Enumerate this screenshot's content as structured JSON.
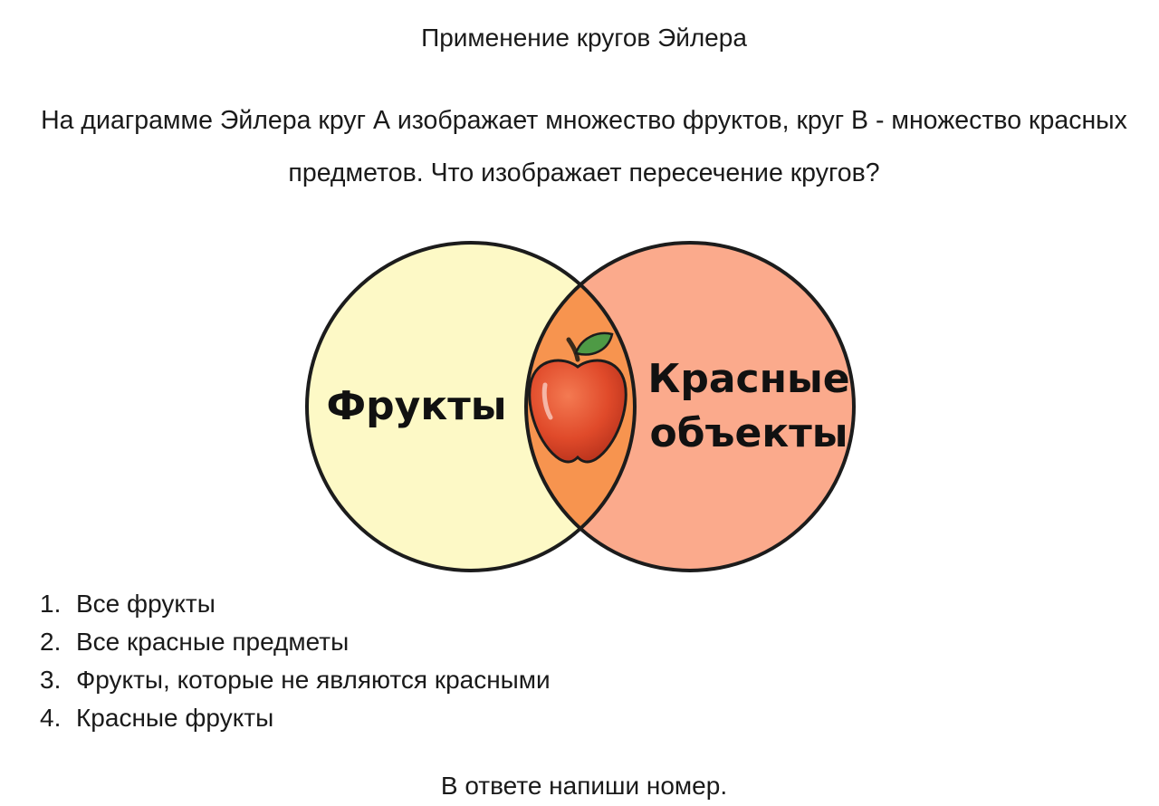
{
  "title": "Применение кругов Эйлера",
  "question": "На диаграмме Эйлера круг А изображает множество фруктов, круг В - множество красных предметов. Что изображает пересечение кругов?",
  "diagram": {
    "circle_a_label": "Фрукты",
    "circle_b_label_line1": "Красные",
    "circle_b_label_line2": "объекты",
    "intersection_icon": "apple-icon",
    "colors": {
      "circle_a_fill": "#fdf9c6",
      "circle_b_fill": "#fbaa8c",
      "intersection_fill": "#f7944f",
      "outline": "#1c1c1c",
      "apple_red": "#e04a2a",
      "leaf_green": "#4e9a45"
    }
  },
  "options": [
    {
      "number": "1.",
      "text": "Все фрукты"
    },
    {
      "number": "2.",
      "text": "Все красные предметы"
    },
    {
      "number": "3.",
      "text": "Фрукты, которые не являются красными"
    },
    {
      "number": "4.",
      "text": "Красные фрукты"
    }
  ],
  "footer_note": "В ответе напиши номер."
}
